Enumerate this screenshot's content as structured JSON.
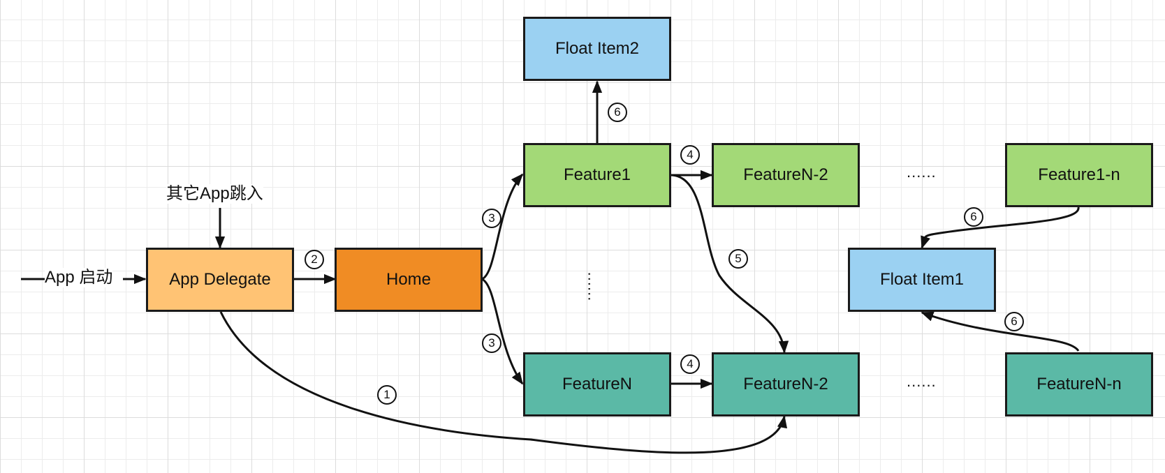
{
  "diagram": {
    "colors": {
      "app_delegate": "#FFC374",
      "home": "#F08C24",
      "feature_light_green": "#A3D977",
      "feature_teal": "#5BB9A6",
      "float_item": "#9BD1F2",
      "stroke": "#1a1a1a"
    },
    "labels": {
      "app_launch": "App 启动",
      "other_app_jump": "其它App跳入",
      "ellipsis_row1": "......",
      "ellipsis_row2": "......",
      "ellipsis_vertical": "......"
    },
    "nodes": {
      "app_delegate": "App Delegate",
      "home": "Home",
      "feature1": "Feature1",
      "feature1_next": "FeatureN-2",
      "feature1_n": "Feature1-n",
      "float_item2": "Float Item2",
      "float_item1": "Float Item1",
      "featureN": "FeatureN",
      "featureN_next": "FeatureN-2",
      "featureN_n": "FeatureN-n"
    },
    "steps": {
      "s1": "1",
      "s2": "2",
      "s3a": "3",
      "s3b": "3",
      "s4a": "4",
      "s4b": "4",
      "s5": "5",
      "s6a": "6",
      "s6b": "6",
      "s6c": "6"
    },
    "edges": [
      {
        "from": "app_launch",
        "to": "app_delegate",
        "step": ""
      },
      {
        "from": "other_app_jump",
        "to": "app_delegate",
        "step": ""
      },
      {
        "from": "app_delegate",
        "to": "featureN_next",
        "step": "1"
      },
      {
        "from": "app_delegate",
        "to": "home",
        "step": "2"
      },
      {
        "from": "home",
        "to": "feature1",
        "step": "3"
      },
      {
        "from": "home",
        "to": "featureN",
        "step": "3"
      },
      {
        "from": "feature1",
        "to": "feature1_next",
        "step": "4"
      },
      {
        "from": "featureN",
        "to": "featureN_next",
        "step": "4"
      },
      {
        "from": "feature1",
        "to": "featureN_next",
        "step": "5"
      },
      {
        "from": "feature1",
        "to": "float_item2",
        "step": "6"
      },
      {
        "from": "feature1_n",
        "to": "float_item1",
        "step": "6"
      },
      {
        "from": "featureN_n",
        "to": "float_item1",
        "step": "6"
      }
    ]
  }
}
